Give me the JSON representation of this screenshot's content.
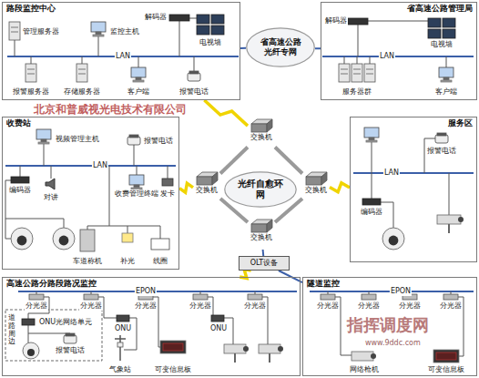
{
  "diagram": {
    "nodes": [
      {
        "text": [
          "路段监控中心"
        ]
      },
      {
        "text": [
          "省高速公路 光纤专网"
        ]
      },
      {
        "text": [
          "省高速公路管理局"
        ]
      },
      {
        "text": [
          "收费站"
        ]
      },
      {
        "text": [
          "交换机"
        ]
      },
      {
        "text": [
          "服务区"
        ]
      },
      {
        "text": [
          "交换机"
        ]
      },
      {
        "text": [
          "光纤自愈环网"
        ]
      },
      {
        "text": [
          "交换机"
        ]
      },
      {
        "text": [
          "交换机"
        ]
      },
      {
        "text": [
          "OLT设备"
        ]
      },
      {
        "text": [
          "高速公路分路段路况监控"
        ]
      },
      {
        "text": [
          "隧道监控"
        ]
      }
    ],
    "edges": [
      {
        "from": 0,
        "to": 1,
        "arrow": "none"
      },
      {
        "from": 1,
        "to": 2,
        "arrow": "none"
      },
      {
        "from": 4,
        "to": 0,
        "arrow": "none"
      },
      {
        "from": 6,
        "to": 3,
        "arrow": "none"
      },
      {
        "from": 8,
        "to": 5,
        "arrow": "none"
      },
      {
        "from": 4,
        "to": 6,
        "arrow": "none"
      },
      {
        "from": 6,
        "to": 9,
        "arrow": "none"
      },
      {
        "from": 9,
        "to": 8,
        "arrow": "none"
      },
      {
        "from": 8,
        "to": 4,
        "arrow": "none"
      },
      {
        "from": 9,
        "to": 10,
        "arrow": "none"
      },
      {
        "from": 10,
        "to": 11,
        "arrow": "none"
      },
      {
        "from": 10,
        "to": 12,
        "arrow": "none"
      }
    ],
    "labels": [
      "管理服务器",
      "监控主机",
      "解码器",
      "电视墙",
      "LAN",
      "报警服务器",
      "存储服务器",
      "客户端",
      "报警电话",
      "解码器",
      "电视墙",
      "LAN",
      "服务器群",
      "客户端",
      "视频管理主机",
      "报警电话",
      "LAN",
      "编码器",
      "对讲",
      "收费管理终端",
      "发卡",
      "车道称机",
      "补光",
      "线圈",
      "报警电话",
      "LAN",
      "编码器",
      "EPON",
      "分光器",
      "分光器",
      "分光器",
      "分光器",
      "分光器",
      "道路周边",
      "ONU光网络单元",
      "报警电话",
      "ONU",
      "ONU",
      "气象站",
      "可变信息板",
      "EPON",
      "分光器",
      "分光器",
      "分光器",
      "分光器",
      "网络枪机",
      "可变信息板",
      "北京和普威视光电技术有限公司",
      "指挥调度网",
      "www.9ddc.com"
    ]
  }
}
